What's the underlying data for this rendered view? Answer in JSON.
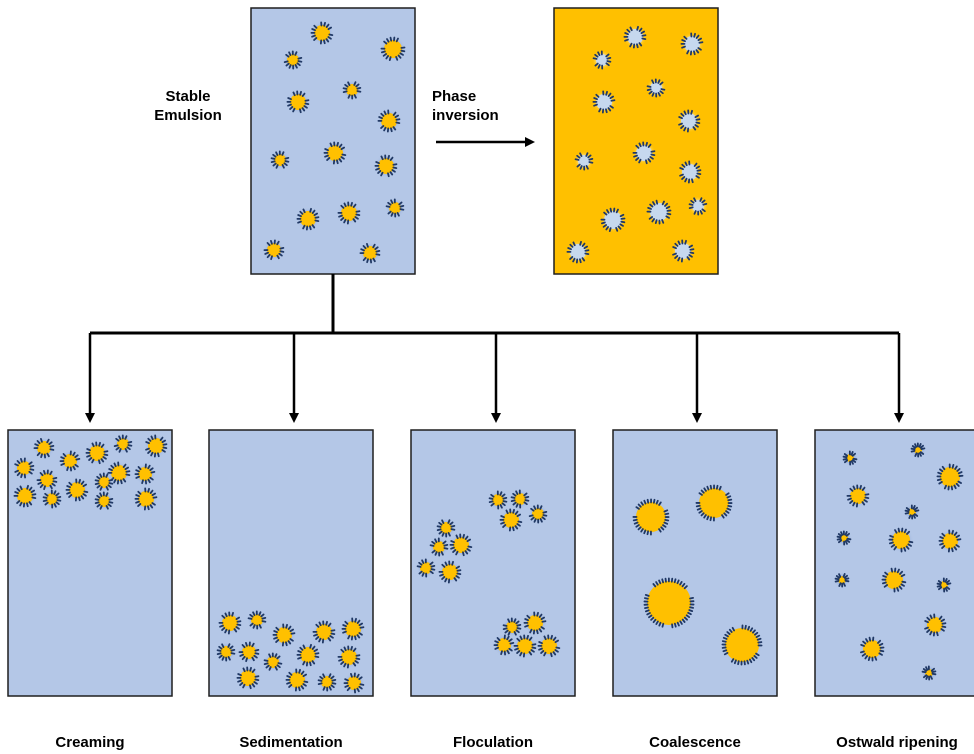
{
  "title": "",
  "labels": {
    "stable_emulsion": "Stable\nEmulsion",
    "phase_inversion": "Phase\ninversion"
  },
  "panels": [
    {
      "id": "creaming",
      "label": "Creaming"
    },
    {
      "id": "sedimentation",
      "label": "Sedimentation"
    },
    {
      "id": "floculation",
      "label": "Floculation"
    },
    {
      "id": "coalescence",
      "label": "Coalescence"
    },
    {
      "id": "ostwald",
      "label": "Ostwald ripening"
    }
  ],
  "colors": {
    "continuous_water": "#b4c7e7",
    "continuous_oil": "#ffc000",
    "droplet_oil": "#ffc000",
    "droplet_water": "#c6d8ee",
    "surfactant": "#203864",
    "border": "#1f1f1f"
  }
}
